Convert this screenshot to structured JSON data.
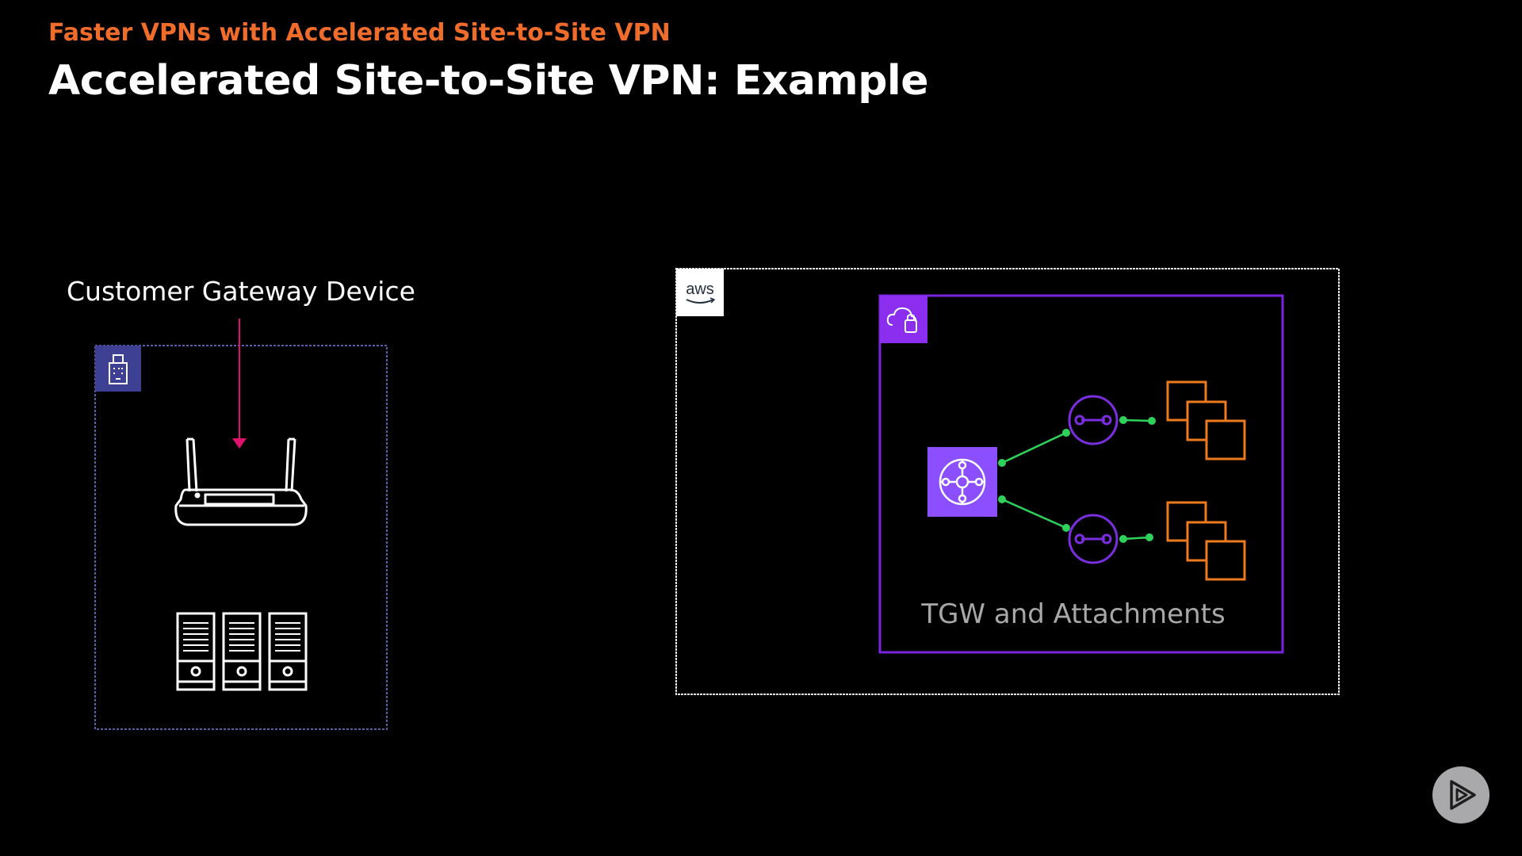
{
  "header": {
    "subtitle": "Faster VPNs with Accelerated Site-to-Site VPN",
    "title": "Accelerated Site-to-Site VPN: Example"
  },
  "on_premises": {
    "label": "Customer Gateway Device",
    "icons": [
      "corporate-data-center-icon",
      "router-icon",
      "servers-icon"
    ]
  },
  "aws_cloud": {
    "logo_text": "aws",
    "vpc": {
      "label": "TGW and Attachments",
      "icons": [
        "vpc-icon",
        "transit-gateway-icon",
        "vpc-attachment-icon",
        "ec2-instances-icon"
      ]
    }
  },
  "colors": {
    "subtitle": "#f06c2a",
    "title": "#ffffff",
    "arrow": "#e0116c",
    "onprem_border": "#5b5ea8",
    "onprem_badge": "#3e4193",
    "vpc_border": "#7a24e0",
    "transit_gateway": "#8c4fff",
    "connector": "#2ed15a",
    "instances": "#ed7a1c"
  },
  "player": {
    "icon": "pluralsight-play-icon"
  }
}
